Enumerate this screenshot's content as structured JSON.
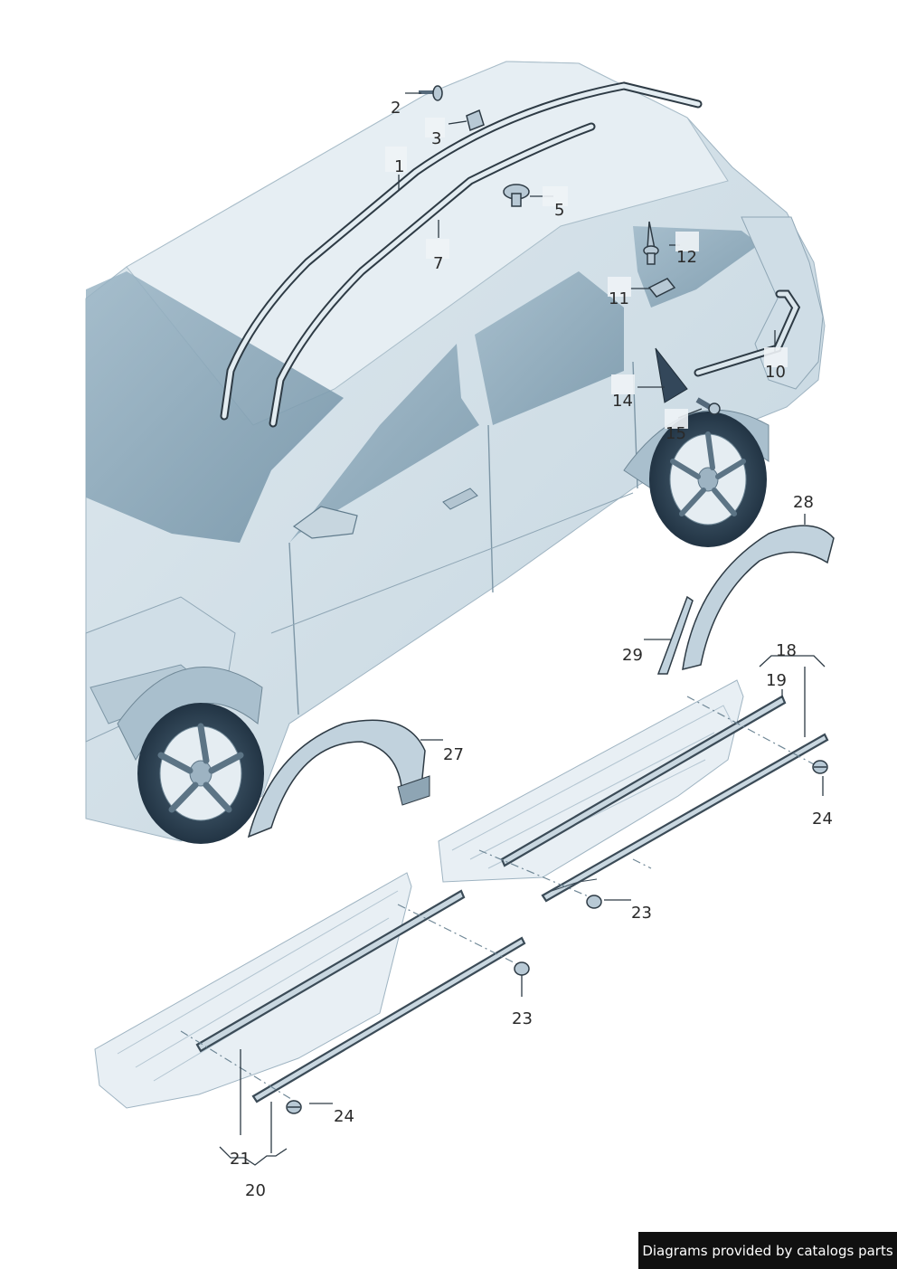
{
  "callouts": [
    {
      "id": "c1",
      "label": "1"
    },
    {
      "id": "c2",
      "label": "2"
    },
    {
      "id": "c3",
      "label": "3"
    },
    {
      "id": "c5",
      "label": "5"
    },
    {
      "id": "c7",
      "label": "7"
    },
    {
      "id": "c10",
      "label": "10"
    },
    {
      "id": "c11",
      "label": "11"
    },
    {
      "id": "c12",
      "label": "12"
    },
    {
      "id": "c14",
      "label": "14"
    },
    {
      "id": "c15",
      "label": "15"
    },
    {
      "id": "c18",
      "label": "18"
    },
    {
      "id": "c19",
      "label": "19"
    },
    {
      "id": "c20",
      "label": "20"
    },
    {
      "id": "c21",
      "label": "21"
    },
    {
      "id": "c23a",
      "label": "23"
    },
    {
      "id": "c23b",
      "label": "23"
    },
    {
      "id": "c24a",
      "label": "24"
    },
    {
      "id": "c24b",
      "label": "24"
    },
    {
      "id": "c27",
      "label": "27"
    },
    {
      "id": "c28",
      "label": "28"
    },
    {
      "id": "c29",
      "label": "29"
    }
  ],
  "footer": {
    "text": "Diagrams provided by catalogs parts"
  }
}
